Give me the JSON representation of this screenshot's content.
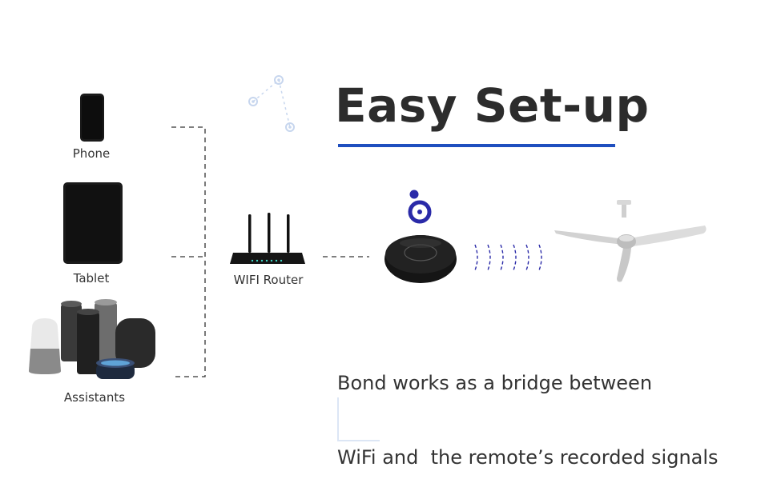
{
  "heading": {
    "title": "Easy Set-up"
  },
  "devices": {
    "phone": "Phone",
    "tablet": "Tablet",
    "assistants": "Assistants"
  },
  "router": {
    "label": "WIFI Router"
  },
  "description": {
    "line1": "Bond works as a bridge between",
    "line2": "WiFi and  the remote’s recorded signals"
  },
  "colors": {
    "accent": "#1f4fbf",
    "bond_logo": "#2a2aa8",
    "text": "#333333",
    "decor": "#c7d6ee"
  },
  "icons": [
    "phone-icon",
    "tablet-icon",
    "assistants-icon",
    "router-icon",
    "bond-hub-icon",
    "bond-logo-icon",
    "signal-waves-icon",
    "ceiling-fan-icon"
  ]
}
